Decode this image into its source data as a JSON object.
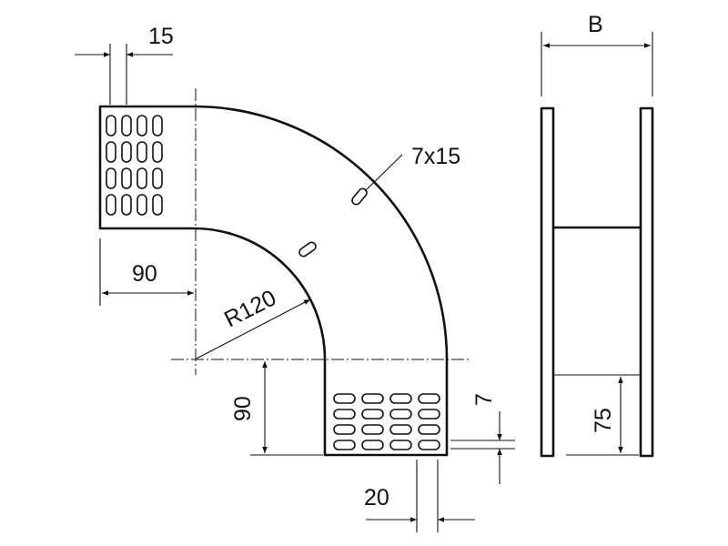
{
  "dimensions": {
    "flange_slot_pitch": "15",
    "width": "B",
    "slot_size": "7x15",
    "straight_length_left": "90",
    "bend_radius": "R120",
    "straight_length_bottom": "90",
    "slot_width": "7",
    "slot_pitch": "20",
    "side_height": "75"
  }
}
